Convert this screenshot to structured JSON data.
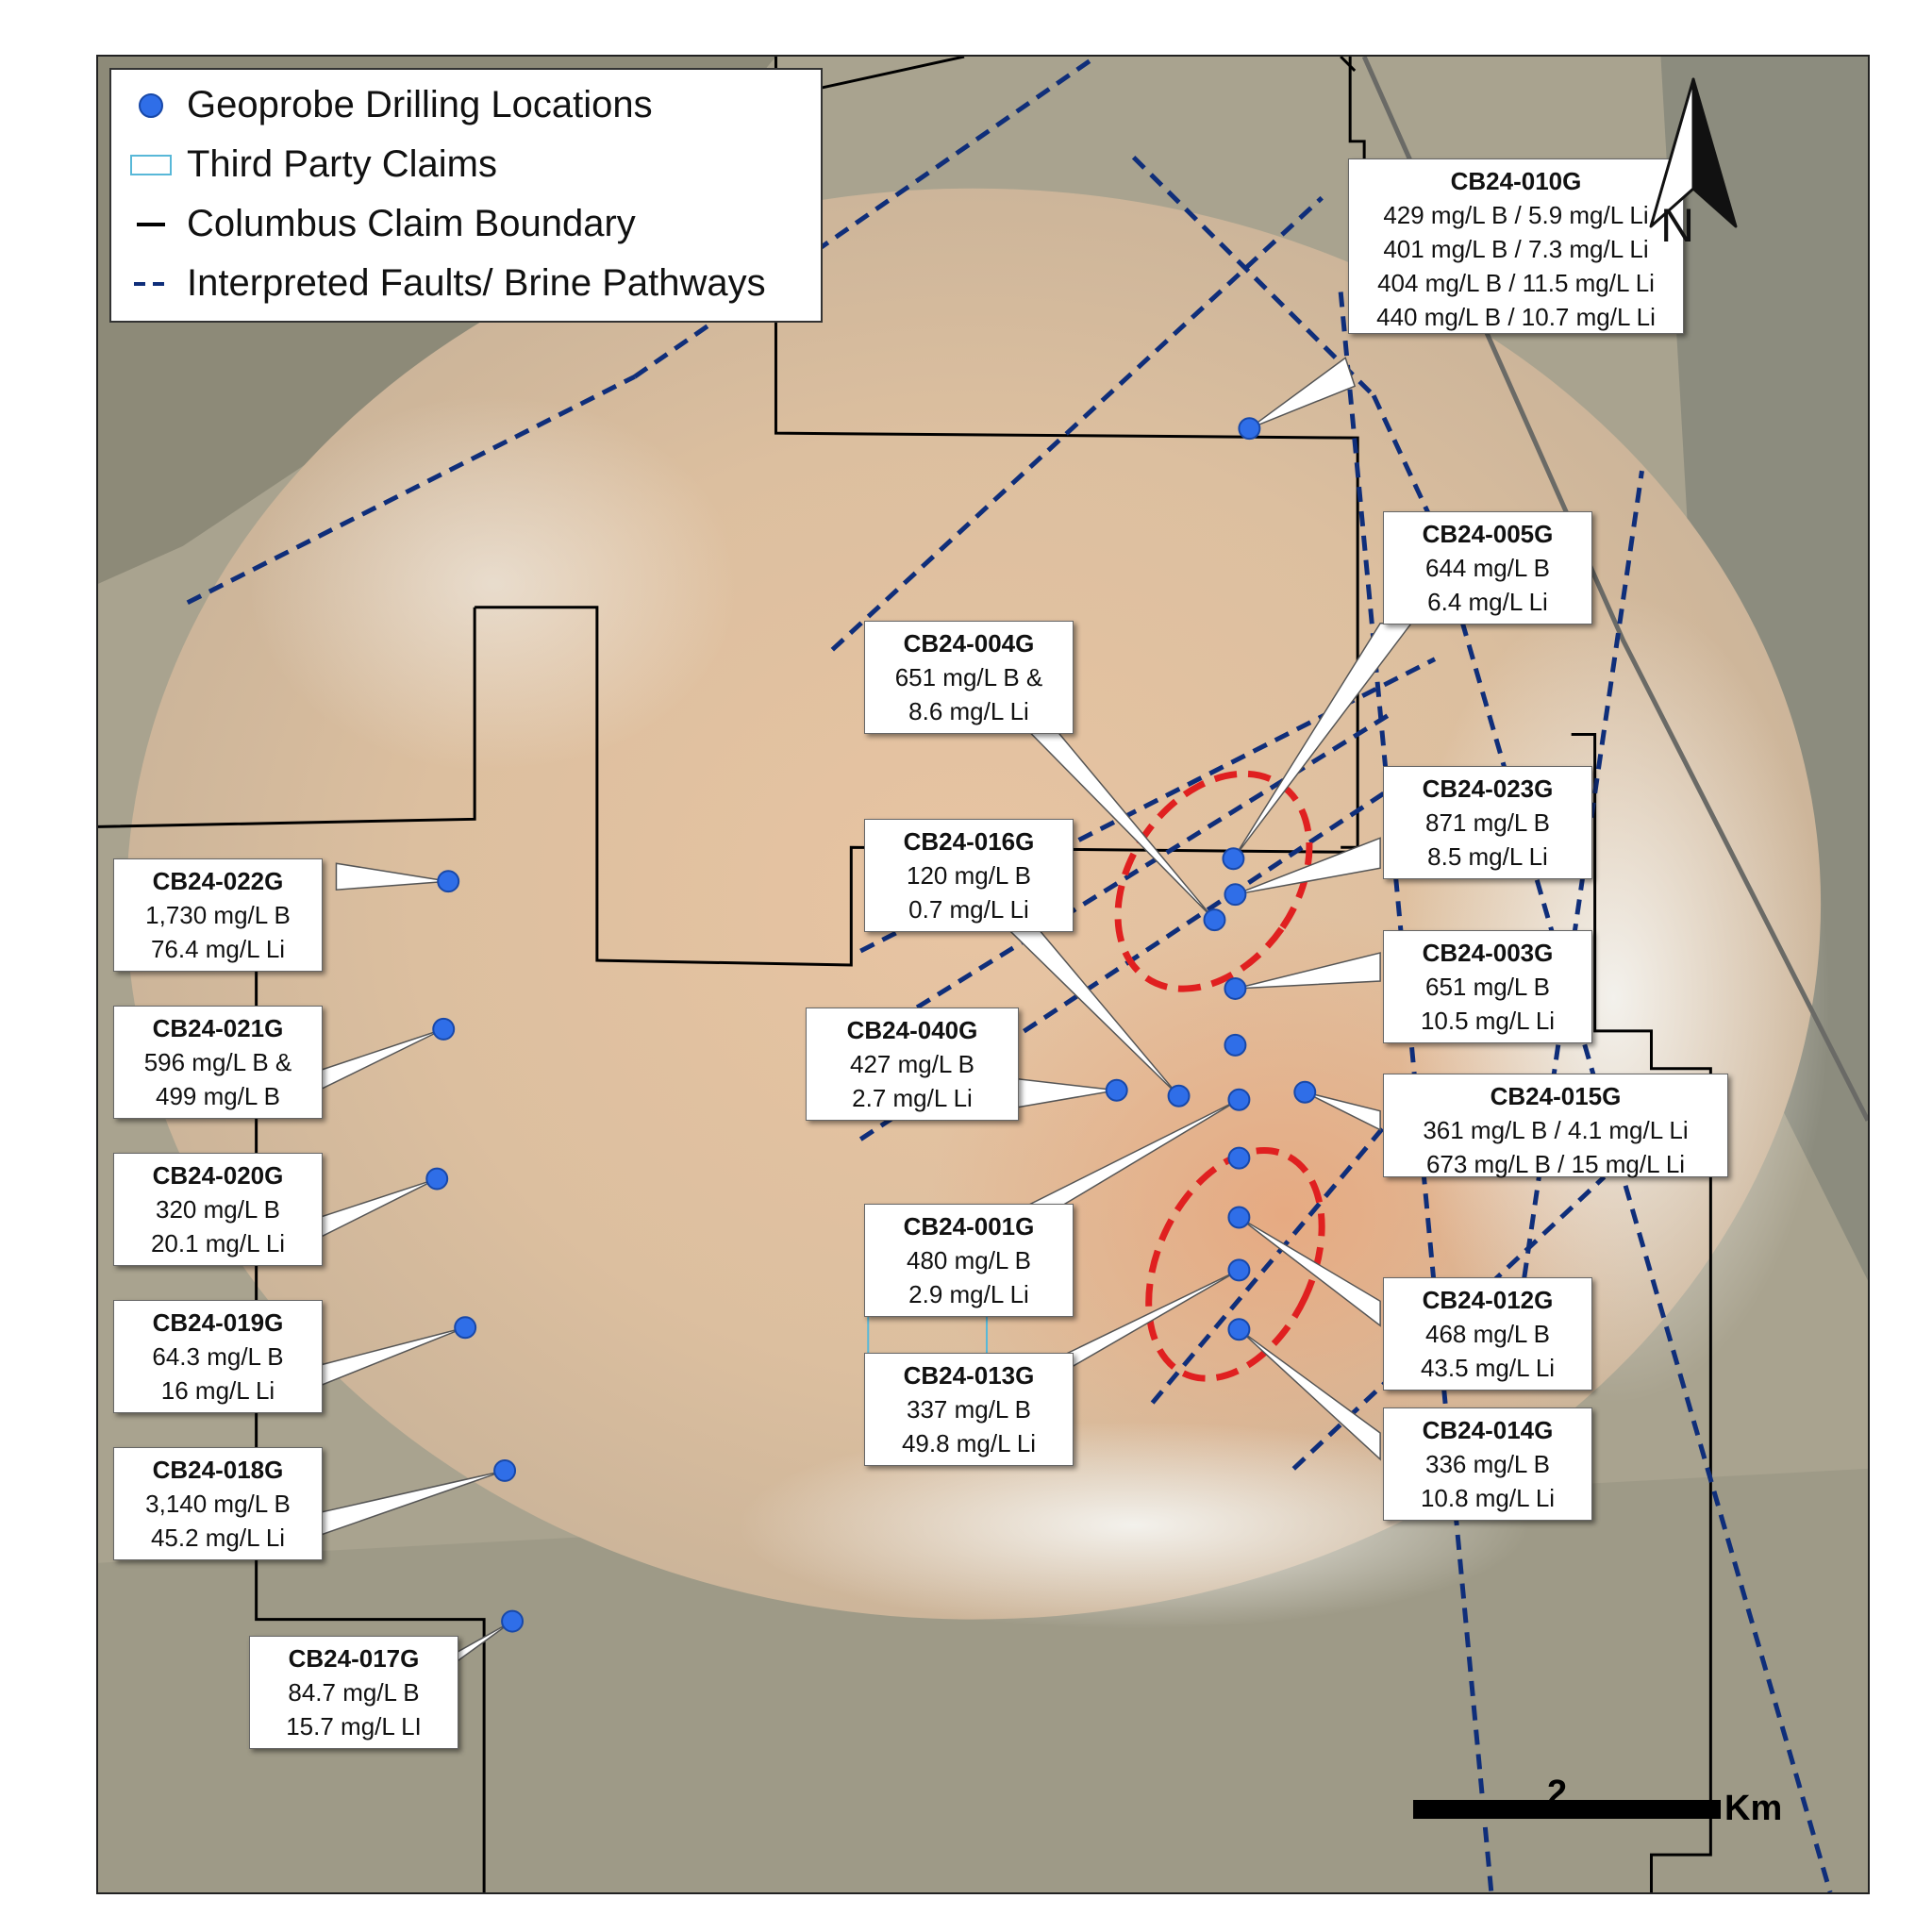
{
  "legend": {
    "items": [
      {
        "label": "Geoprobe Drilling Locations",
        "icon": "blue-dot-icon"
      },
      {
        "label": "Third Party Claims",
        "icon": "cyan-outline-box-icon"
      },
      {
        "label": "Columbus Claim Boundary",
        "icon": "black-line-icon"
      },
      {
        "label": "Interpreted Faults/ Brine Pathways",
        "icon": "blue-dashed-line-icon"
      }
    ]
  },
  "colors": {
    "drill_point": "#2f6ee8",
    "third_party_claim": "#58b8d8",
    "claim_boundary": "#000000",
    "fault_line": "#0f2e7a",
    "target_ellipse": "#e02020"
  },
  "callouts": [
    {
      "id": "CB24-010G",
      "lines": [
        "429 mg/L B / 5.9 mg/L Li",
        "401 mg/L B / 7.3 mg/L Li",
        "404 mg/L B / 11.5 mg/L Li",
        "440 mg/L B / 10.7 mg/L Li"
      ]
    },
    {
      "id": "CB24-005G",
      "lines": [
        "644 mg/L B",
        "6.4 mg/L Li"
      ]
    },
    {
      "id": "CB24-004G",
      "lines": [
        "651 mg/L B &",
        "8.6 mg/L Li"
      ]
    },
    {
      "id": "CB24-023G",
      "lines": [
        "871 mg/L B",
        "8.5 mg/L Li"
      ]
    },
    {
      "id": "CB24-016G",
      "lines": [
        "120 mg/L B",
        "0.7 mg/L Li"
      ]
    },
    {
      "id": "CB24-003G",
      "lines": [
        "651 mg/L B",
        "10.5 mg/L Li"
      ]
    },
    {
      "id": "CB24-040G",
      "lines": [
        "427 mg/L B",
        "2.7 mg/L Li"
      ]
    },
    {
      "id": "CB24-015G",
      "lines": [
        "361 mg/L B / 4.1 mg/L Li",
        "673 mg/L B / 15 mg/L Li"
      ]
    },
    {
      "id": "CB24-001G",
      "lines": [
        "480 mg/L B",
        "2.9 mg/L Li"
      ]
    },
    {
      "id": "CB24-012G",
      "lines": [
        "468 mg/L B",
        "43.5 mg/L Li"
      ]
    },
    {
      "id": "CB24-013G",
      "lines": [
        "337 mg/L B",
        "49.8 mg/L Li"
      ]
    },
    {
      "id": "CB24-014G",
      "lines": [
        "336 mg/L B",
        "10.8 mg/L Li"
      ]
    },
    {
      "id": "CB24-022G",
      "lines": [
        "1,730 mg/L B",
        "76.4 mg/L Li"
      ]
    },
    {
      "id": "CB24-021G",
      "lines": [
        "596 mg/L B &",
        "499 mg/L B"
      ]
    },
    {
      "id": "CB24-020G",
      "lines": [
        "320 mg/L B",
        "20.1 mg/L Li"
      ]
    },
    {
      "id": "CB24-019G",
      "lines": [
        "64.3 mg/L B",
        "16 mg/L Li"
      ]
    },
    {
      "id": "CB24-018G",
      "lines": [
        "3,140 mg/L B",
        "45.2 mg/L Li"
      ]
    },
    {
      "id": "CB24-017G",
      "lines": [
        "84.7 mg/L B",
        "15.7 mg/L LI"
      ]
    }
  ],
  "north_arrow": {
    "label": "N"
  },
  "scale_bar": {
    "value": "2",
    "unit": "Km"
  }
}
